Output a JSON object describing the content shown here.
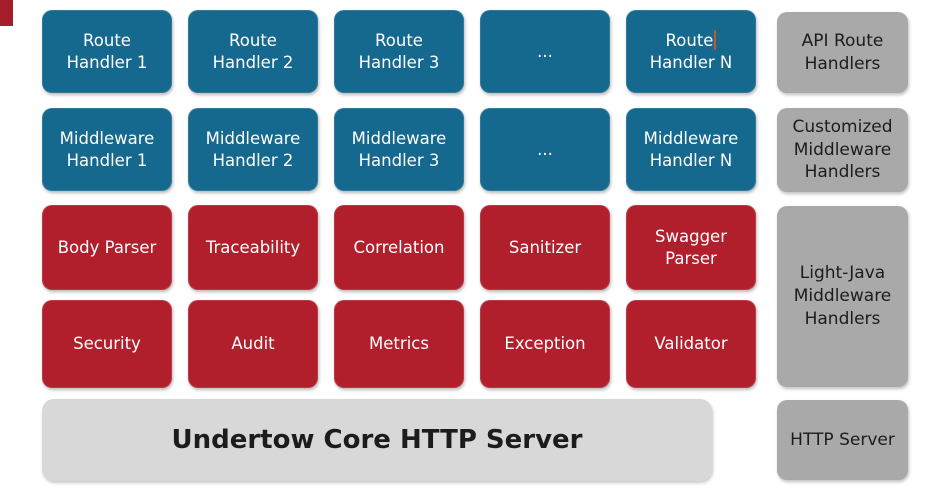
{
  "rows": [
    {
      "name": "api-route-handlers",
      "style": "blue",
      "boxes": [
        {
          "lines": [
            "Route",
            "Handler 1"
          ]
        },
        {
          "lines": [
            "Route",
            "Handler 2"
          ]
        },
        {
          "lines": [
            "Route",
            "Handler 3"
          ]
        },
        {
          "lines": [
            "..."
          ]
        },
        {
          "lines": [
            "Route",
            "Handler N"
          ],
          "caret_after_line": 0
        }
      ]
    },
    {
      "name": "customized-middleware-handlers",
      "style": "blue",
      "boxes": [
        {
          "lines": [
            "Middleware",
            "Handler 1"
          ]
        },
        {
          "lines": [
            "Middleware",
            "Handler 2"
          ]
        },
        {
          "lines": [
            "Middleware",
            "Handler 3"
          ]
        },
        {
          "lines": [
            "..."
          ]
        },
        {
          "lines": [
            "Middleware",
            "Handler N"
          ]
        }
      ]
    },
    {
      "name": "light-java-middleware-row-1",
      "style": "red",
      "boxes": [
        {
          "lines": [
            "Body Parser"
          ]
        },
        {
          "lines": [
            "Traceability"
          ]
        },
        {
          "lines": [
            "Correlation"
          ]
        },
        {
          "lines": [
            "Sanitizer"
          ]
        },
        {
          "lines": [
            "Swagger",
            "Parser"
          ]
        }
      ]
    },
    {
      "name": "light-java-middleware-row-2",
      "style": "red",
      "boxes": [
        {
          "lines": [
            "Security"
          ]
        },
        {
          "lines": [
            "Audit"
          ]
        },
        {
          "lines": [
            "Metrics"
          ]
        },
        {
          "lines": [
            "Exception"
          ]
        },
        {
          "lines": [
            "Validator"
          ]
        }
      ]
    }
  ],
  "core_server": {
    "title": "Undertow Core HTTP Server"
  },
  "side_labels": [
    {
      "text": "API Route Handlers"
    },
    {
      "text": "Customized Middleware Handlers"
    },
    {
      "text": "Light-Java Middleware Handlers"
    },
    {
      "text": "HTTP Server"
    }
  ],
  "colors": {
    "handler_blue": "#15688E",
    "component_red": "#B11F2C",
    "core_gray": "#D8D8D8",
    "label_gray": "#A9A9A9",
    "accent_red": "#A61E2C",
    "caret_orange": "#BE5B2A",
    "text_on_color": "#FFFFFF",
    "text_dark": "#1C1C1C"
  }
}
